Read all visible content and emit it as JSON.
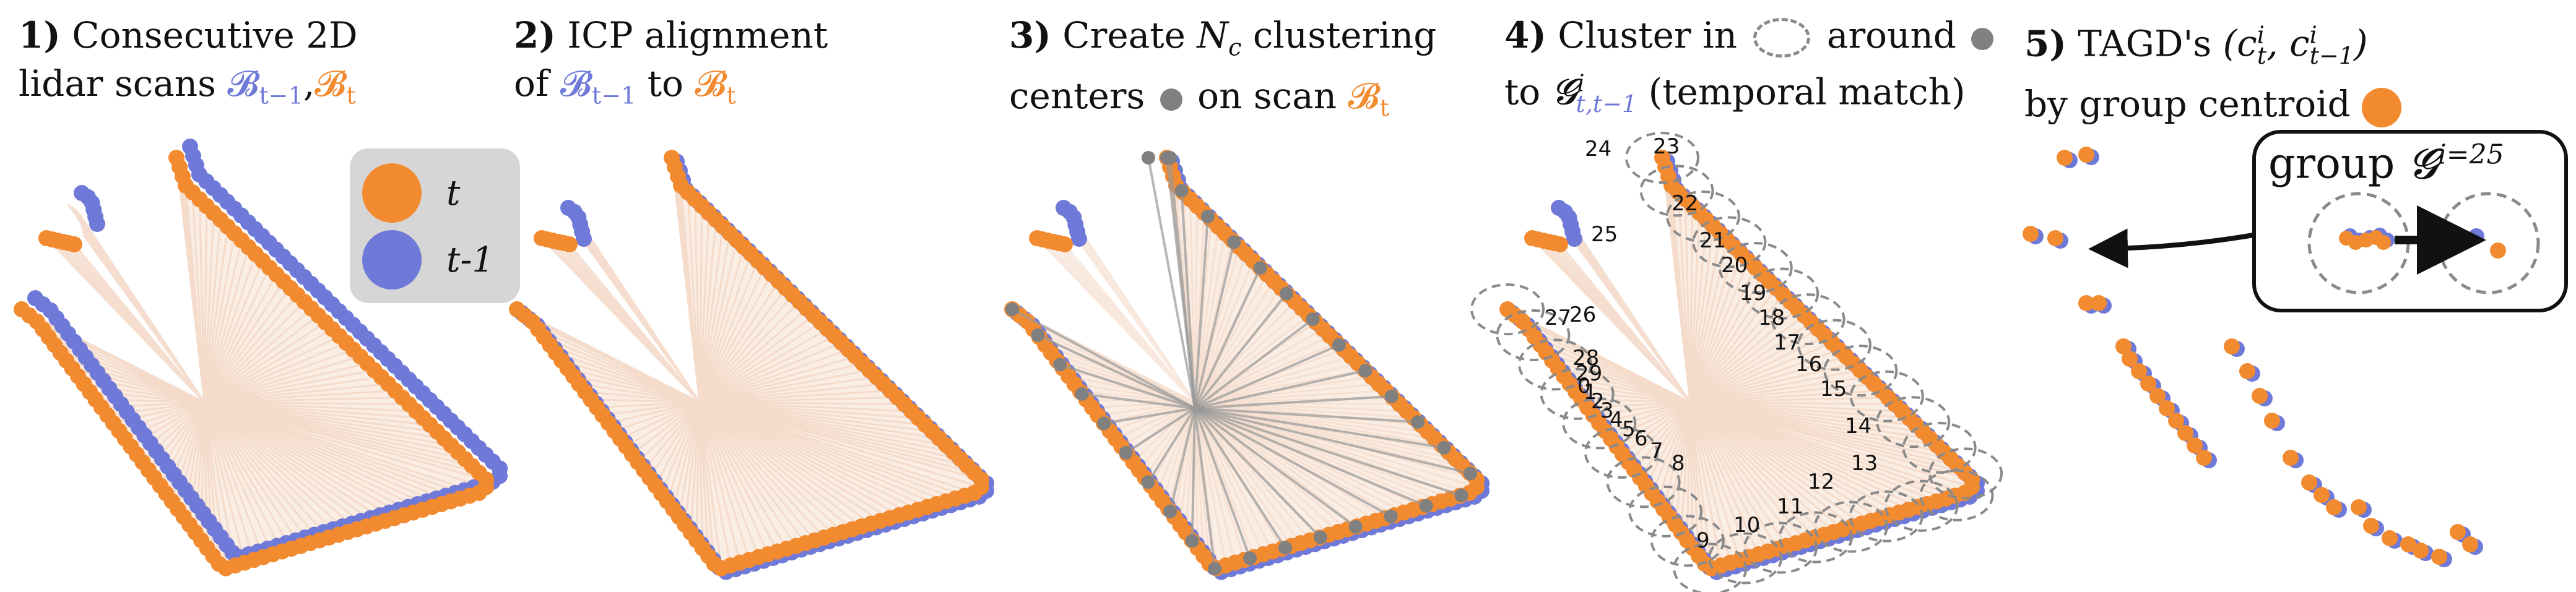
{
  "captions": {
    "p1": {
      "num": "1)",
      "line1": "Consecutive 2D",
      "line2": "lidar scans",
      "b_prev": "𝓑",
      "b_prev_sub": "t−1",
      "sep": ",",
      "b_cur": "𝓑",
      "b_cur_sub": "t"
    },
    "p2": {
      "num": "2)",
      "line1": "ICP alignment",
      "line2a": "of",
      "b_prev": "𝓑",
      "b_prev_sub": "t−1",
      "line2b": "to",
      "b_cur": "𝓑",
      "b_cur_sub": "t"
    },
    "p3": {
      "num": "3)",
      "line1a": "Create",
      "n": "N",
      "n_sub": "c",
      "line1b": "clustering",
      "line2a": "centers",
      "line2b": "on scan",
      "b_cur": "𝓑",
      "b_cur_sub": "t"
    },
    "p4": {
      "num": "4)",
      "line1a": "Cluster in",
      "line1b": "around",
      "line2a": "to",
      "g": "𝓖",
      "g_sup": "i",
      "g_sub_t": "t",
      "g_sub_sep": ",",
      "g_sub_prev": "t−1",
      "line2b": "(temporal match)"
    },
    "p5": {
      "num": "5)",
      "line1a": "TAGD's",
      "c_open": "(c",
      "c_t_sup": "i",
      "c_t_sub": "t",
      "c_mid": ", c",
      "c_p_sup": "i",
      "c_p_sub": "t−1",
      "c_close": ")",
      "line2": "by group centroid"
    }
  },
  "legend": {
    "t_label": "t",
    "prev_label": "t-1"
  },
  "group_box": {
    "prefix": "group",
    "g": "𝓖",
    "sup": "i=25"
  },
  "cluster_numbers": [
    "24",
    "23",
    "22",
    "21",
    "20",
    "19",
    "18",
    "17",
    "16",
    "15",
    "14",
    "13",
    "12",
    "11",
    "10",
    "9",
    "8",
    "7",
    "6",
    "5",
    "4",
    "3",
    "2",
    "1",
    "0",
    "29",
    "28",
    "27",
    "26",
    "25"
  ],
  "colors": {
    "current_scan": "#f28a30",
    "previous_scan": "#6f7ad8",
    "cluster_center": "#808080",
    "cluster_ring": "#8a8a8a",
    "sensor_fan": "#f3d7c4"
  }
}
